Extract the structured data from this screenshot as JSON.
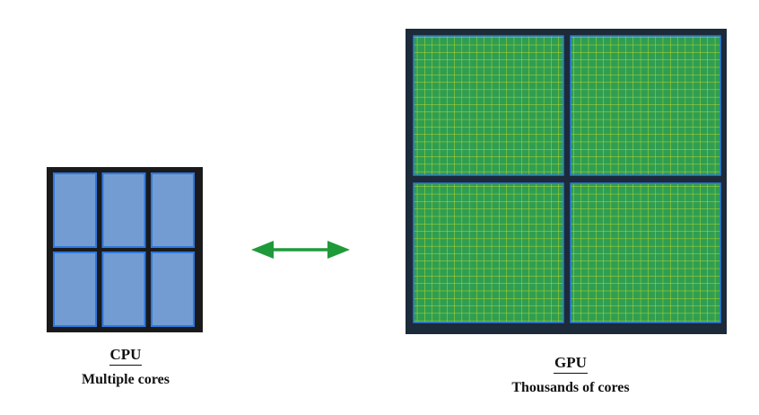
{
  "cpu": {
    "title": "CPU",
    "subtitle": "Multiple cores",
    "core_rows": 2,
    "core_cols": 3,
    "colors": {
      "frame": "#1a1a1a",
      "core_fill": "#739dd2",
      "core_border": "#2f78e0"
    }
  },
  "gpu": {
    "title": "GPU",
    "subtitle": "Thousands of cores",
    "block_rows": 2,
    "block_cols": 2,
    "colors": {
      "frame": "#1c2a3a",
      "grid_fill": "#2f9e52",
      "grid_lines": "#b7d92c",
      "block_border": "#2f78e0"
    }
  },
  "connector": {
    "direction": "bidirectional",
    "color": "#1f9a3a"
  }
}
